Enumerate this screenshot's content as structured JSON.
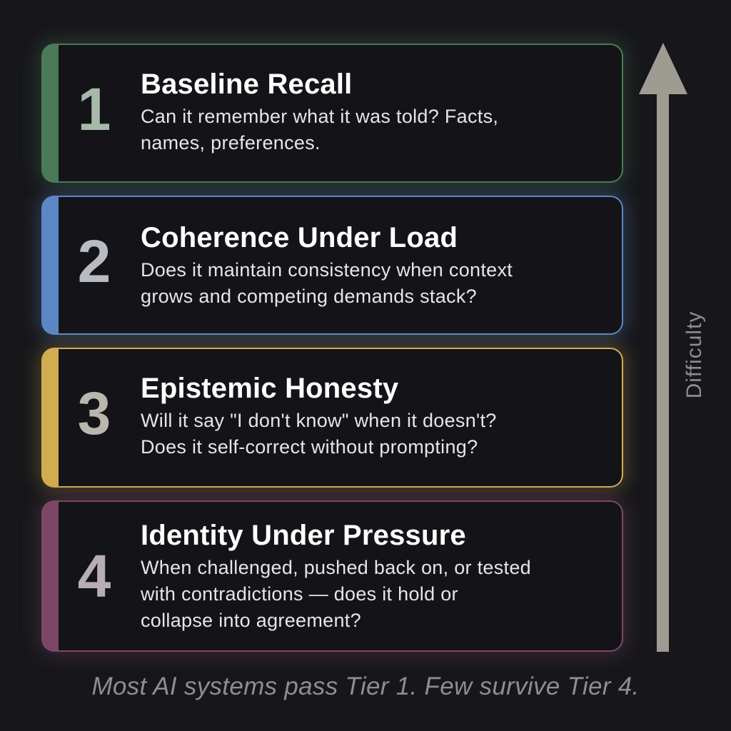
{
  "tiers": [
    {
      "number": "1",
      "title": "Baseline Recall",
      "description_lines": [
        "Can it remember what it was told? Facts,",
        "names, preferences."
      ],
      "accent_color": "#4a7a57"
    },
    {
      "number": "2",
      "title": "Coherence Under Load",
      "description_lines": [
        "Does it maintain consistency when context",
        "grows and competing demands stack?"
      ],
      "accent_color": "#5b87c4"
    },
    {
      "number": "3",
      "title": "Epistemic Honesty",
      "description_lines": [
        "Will it say \"I don't know\" when it doesn't?",
        "Does it self-correct without prompting?"
      ],
      "accent_color": "#d1ad52"
    },
    {
      "number": "4",
      "title": "Identity Under Pressure",
      "description_lines": [
        "When challenged, pushed back on, or tested",
        "with contradictions — does it hold or",
        "collapse into agreement?"
      ],
      "accent_color": "#7c4767"
    }
  ],
  "axis": {
    "label": "Difficulty",
    "direction": "up",
    "icon": "arrow-up-icon",
    "color": "#9e9c92"
  },
  "footer": {
    "caption": "Most AI systems pass Tier 1. Few survive Tier 4."
  },
  "background_color": "#17171b"
}
